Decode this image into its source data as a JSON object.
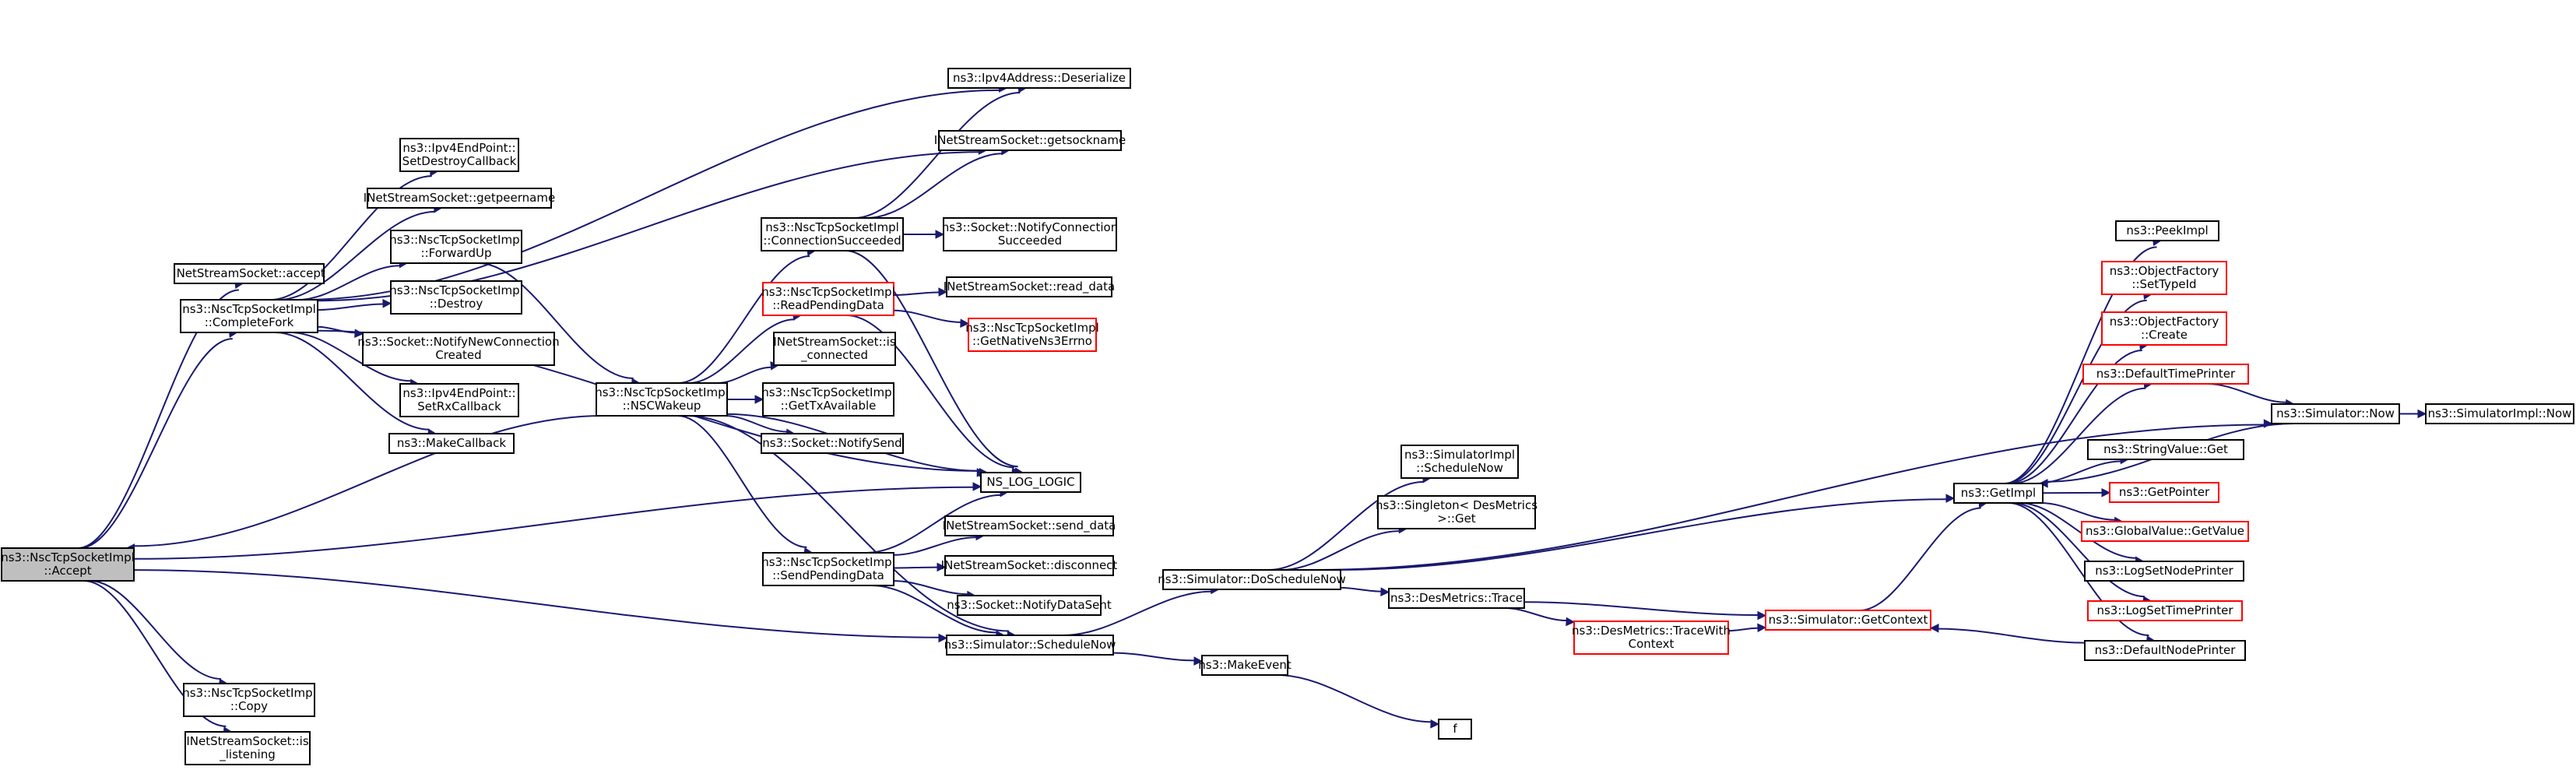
{
  "colors": {
    "edge": "#191970",
    "node_border": "#000000",
    "incomplete_border": "#ff0000",
    "root_fill": "#bfbfbf",
    "node_fill": "#ffffff"
  },
  "nodes": [
    {
      "id": "accept_root",
      "lines": [
        "ns3::NscTcpSocketImpl",
        "::Accept"
      ],
      "root": true
    },
    {
      "id": "inet_accept",
      "lines": [
        "INetStreamSocket::accept"
      ]
    },
    {
      "id": "completefork",
      "lines": [
        "ns3::NscTcpSocketImpl",
        "::CompleteFork"
      ]
    },
    {
      "id": "copy",
      "lines": [
        "ns3::NscTcpSocketImpl",
        "::Copy"
      ]
    },
    {
      "id": "is_listening",
      "lines": [
        "INetStreamSocket::is",
        "_listening"
      ]
    },
    {
      "id": "ipv4ep_destroy",
      "lines": [
        "ns3::Ipv4EndPoint::",
        "SetDestroyCallback"
      ]
    },
    {
      "id": "getpeername",
      "lines": [
        "INetStreamSocket::getpeername"
      ]
    },
    {
      "id": "forwardup",
      "lines": [
        "ns3::NscTcpSocketImpl",
        "::ForwardUp"
      ]
    },
    {
      "id": "destroy",
      "lines": [
        "ns3::NscTcpSocketImpl",
        "::Destroy"
      ]
    },
    {
      "id": "notify_newconn",
      "lines": [
        "ns3::Socket::NotifyNewConnection",
        "Created"
      ]
    },
    {
      "id": "ipv4ep_rx",
      "lines": [
        "ns3::Ipv4EndPoint::",
        "SetRxCallback"
      ]
    },
    {
      "id": "makecallback",
      "lines": [
        "ns3::MakeCallback"
      ]
    },
    {
      "id": "nscwakeup",
      "lines": [
        "ns3::NscTcpSocketImpl",
        "::NSCWakeup"
      ]
    },
    {
      "id": "ipv4_deser",
      "lines": [
        "ns3::Ipv4Address::Deserialize"
      ]
    },
    {
      "id": "getsockname",
      "lines": [
        "INetStreamSocket::getsockname"
      ]
    },
    {
      "id": "conn_succeeded",
      "lines": [
        "ns3::NscTcpSocketImpl",
        "::ConnectionSucceeded"
      ]
    },
    {
      "id": "notify_conn_succ",
      "lines": [
        "ns3::Socket::NotifyConnection",
        "Succeeded"
      ]
    },
    {
      "id": "readpending",
      "lines": [
        "ns3::NscTcpSocketImpl",
        "::ReadPendingData"
      ],
      "incomplete": true
    },
    {
      "id": "read_data",
      "lines": [
        "INetStreamSocket::read_data"
      ]
    },
    {
      "id": "getnativeerr",
      "lines": [
        "ns3::NscTcpSocketImpl",
        "::GetNativeNs3Errno"
      ],
      "incomplete": true
    },
    {
      "id": "is_connected",
      "lines": [
        "INetStreamSocket::is",
        "_connected"
      ]
    },
    {
      "id": "gettxavail",
      "lines": [
        "ns3::NscTcpSocketImpl",
        "::GetTxAvailable"
      ]
    },
    {
      "id": "notifysend",
      "lines": [
        "ns3::Socket::NotifySend"
      ]
    },
    {
      "id": "ns_log_logic",
      "lines": [
        "NS_LOG_LOGIC"
      ]
    },
    {
      "id": "sendpending",
      "lines": [
        "ns3::NscTcpSocketImpl",
        "::SendPendingData"
      ]
    },
    {
      "id": "send_data",
      "lines": [
        "INetStreamSocket::send_data"
      ]
    },
    {
      "id": "disconnect",
      "lines": [
        "INetStreamSocket::disconnect"
      ]
    },
    {
      "id": "notify_datasent",
      "lines": [
        "ns3::Socket::NotifyDataSent"
      ]
    },
    {
      "id": "schedulenow",
      "lines": [
        "ns3::Simulator::ScheduleNow"
      ]
    },
    {
      "id": "makeevent",
      "lines": [
        "ns3::MakeEvent"
      ]
    },
    {
      "id": "f",
      "lines": [
        "f"
      ]
    },
    {
      "id": "doschedulenow",
      "lines": [
        "ns3::Simulator::DoScheduleNow"
      ]
    },
    {
      "id": "simimpl_schedulenow",
      "lines": [
        "ns3::SimulatorImpl",
        "::ScheduleNow"
      ]
    },
    {
      "id": "singleton_get",
      "lines": [
        "ns3::Singleton< DesMetrics",
        " >::Get"
      ]
    },
    {
      "id": "desmetrics_trace",
      "lines": [
        "ns3::DesMetrics::Trace"
      ]
    },
    {
      "id": "trace_with_context",
      "lines": [
        "ns3::DesMetrics::TraceWith",
        "Context"
      ],
      "incomplete": true
    },
    {
      "id": "getcontext",
      "lines": [
        "ns3::Simulator::GetContext"
      ],
      "incomplete": true
    },
    {
      "id": "getimpl",
      "lines": [
        "ns3::GetImpl"
      ]
    },
    {
      "id": "peekimpl",
      "lines": [
        "ns3::PeekImpl"
      ]
    },
    {
      "id": "objfactory_settypeid",
      "lines": [
        "ns3::ObjectFactory",
        "::SetTypeId"
      ],
      "incomplete": true
    },
    {
      "id": "objfactory_create",
      "lines": [
        "ns3::ObjectFactory",
        "::Create"
      ],
      "incomplete": true
    },
    {
      "id": "defaulttimeprinter",
      "lines": [
        "ns3::DefaultTimePrinter"
      ],
      "incomplete": true
    },
    {
      "id": "stringvalue_get",
      "lines": [
        "ns3::StringValue::Get"
      ]
    },
    {
      "id": "getpointer",
      "lines": [
        "ns3::GetPointer"
      ],
      "incomplete": true
    },
    {
      "id": "globalvalue_getvalue",
      "lines": [
        "ns3::GlobalValue::GetValue"
      ],
      "incomplete": true
    },
    {
      "id": "logsetnodeprinter",
      "lines": [
        "ns3::LogSetNodePrinter"
      ]
    },
    {
      "id": "logsettimeprinter",
      "lines": [
        "ns3::LogSetTimePrinter"
      ],
      "incomplete": true
    },
    {
      "id": "defaultnodeprinter",
      "lines": [
        "ns3::DefaultNodePrinter"
      ]
    },
    {
      "id": "simulator_now",
      "lines": [
        "ns3::Simulator::Now"
      ]
    },
    {
      "id": "simimpl_now",
      "lines": [
        "ns3::SimulatorImpl::Now"
      ]
    }
  ],
  "edges": [
    [
      "accept_root",
      "inet_accept"
    ],
    [
      "accept_root",
      "completefork"
    ],
    [
      "accept_root",
      "copy"
    ],
    [
      "accept_root",
      "is_listening"
    ],
    [
      "accept_root",
      "ns_log_logic"
    ],
    [
      "accept_root",
      "schedulenow"
    ],
    [
      "completefork",
      "ipv4_deser"
    ],
    [
      "completefork",
      "getsockname"
    ],
    [
      "completefork",
      "ipv4ep_destroy"
    ],
    [
      "completefork",
      "getpeername"
    ],
    [
      "completefork",
      "forwardup"
    ],
    [
      "completefork",
      "destroy"
    ],
    [
      "completefork",
      "notify_newconn"
    ],
    [
      "completefork",
      "ipv4ep_rx"
    ],
    [
      "completefork",
      "makecallback"
    ],
    [
      "completefork",
      "ns_log_logic"
    ],
    [
      "forwardup",
      "nscwakeup"
    ],
    [
      "nscwakeup",
      "accept_root"
    ],
    [
      "nscwakeup",
      "conn_succeeded"
    ],
    [
      "nscwakeup",
      "readpending"
    ],
    [
      "nscwakeup",
      "is_connected"
    ],
    [
      "nscwakeup",
      "gettxavail"
    ],
    [
      "nscwakeup",
      "notifysend"
    ],
    [
      "nscwakeup",
      "ns_log_logic"
    ],
    [
      "nscwakeup",
      "sendpending"
    ],
    [
      "nscwakeup",
      "schedulenow"
    ],
    [
      "conn_succeeded",
      "ipv4_deser"
    ],
    [
      "conn_succeeded",
      "getsockname"
    ],
    [
      "conn_succeeded",
      "notify_conn_succ"
    ],
    [
      "conn_succeeded",
      "ns_log_logic"
    ],
    [
      "readpending",
      "read_data"
    ],
    [
      "readpending",
      "getnativeerr"
    ],
    [
      "readpending",
      "ns_log_logic"
    ],
    [
      "sendpending",
      "ns_log_logic"
    ],
    [
      "sendpending",
      "send_data"
    ],
    [
      "sendpending",
      "disconnect"
    ],
    [
      "sendpending",
      "notify_datasent"
    ],
    [
      "sendpending",
      "schedulenow"
    ],
    [
      "schedulenow",
      "doschedulenow"
    ],
    [
      "schedulenow",
      "makeevent"
    ],
    [
      "makeevent",
      "f"
    ],
    [
      "doschedulenow",
      "simimpl_schedulenow"
    ],
    [
      "doschedulenow",
      "singleton_get"
    ],
    [
      "doschedulenow",
      "desmetrics_trace"
    ],
    [
      "doschedulenow",
      "getimpl"
    ],
    [
      "doschedulenow",
      "simulator_now"
    ],
    [
      "desmetrics_trace",
      "trace_with_context"
    ],
    [
      "desmetrics_trace",
      "getcontext"
    ],
    [
      "trace_with_context",
      "getcontext"
    ],
    [
      "getcontext",
      "getimpl"
    ],
    [
      "getimpl",
      "peekimpl"
    ],
    [
      "getimpl",
      "objfactory_settypeid"
    ],
    [
      "getimpl",
      "objfactory_create"
    ],
    [
      "getimpl",
      "defaulttimeprinter"
    ],
    [
      "getimpl",
      "stringvalue_get"
    ],
    [
      "getimpl",
      "getpointer"
    ],
    [
      "getimpl",
      "globalvalue_getvalue"
    ],
    [
      "getimpl",
      "logsetnodeprinter"
    ],
    [
      "getimpl",
      "logsettimeprinter"
    ],
    [
      "getimpl",
      "defaultnodeprinter"
    ],
    [
      "defaulttimeprinter",
      "simulator_now"
    ],
    [
      "defaultnodeprinter",
      "getcontext"
    ],
    [
      "simulator_now",
      "getimpl"
    ],
    [
      "simulator_now",
      "simimpl_now"
    ]
  ]
}
